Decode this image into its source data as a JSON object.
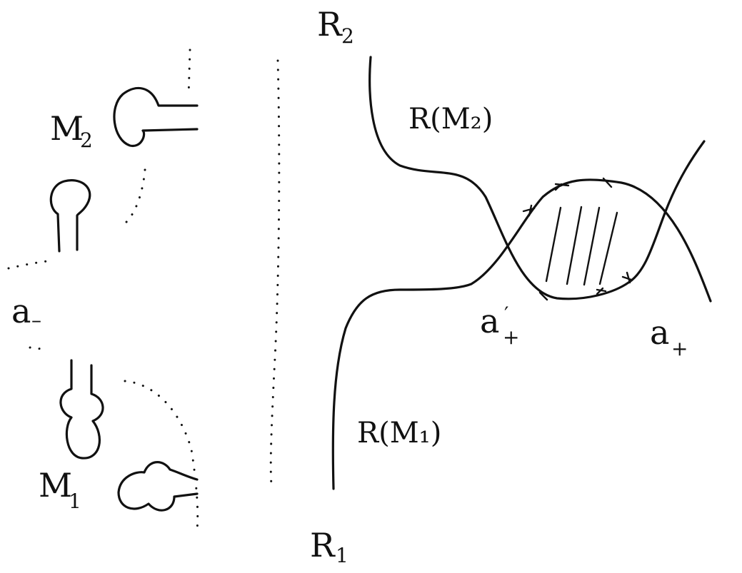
{
  "labels": {
    "R2": "R",
    "R2_sub": "2",
    "R1": "R",
    "R1_sub": "1",
    "M2": "M",
    "M2_sub": "2",
    "M1": "M",
    "M1_sub": "1",
    "a_minus": "a",
    "a_minus_sub": "–",
    "RM2": "R(M₂)",
    "RM1": "R(M₁)",
    "a_plus_prime": "a",
    "a_plus_prime_sub": "+",
    "a_plus_prime_mark": "′",
    "a_plus": "a",
    "a_plus_sub": "+"
  }
}
